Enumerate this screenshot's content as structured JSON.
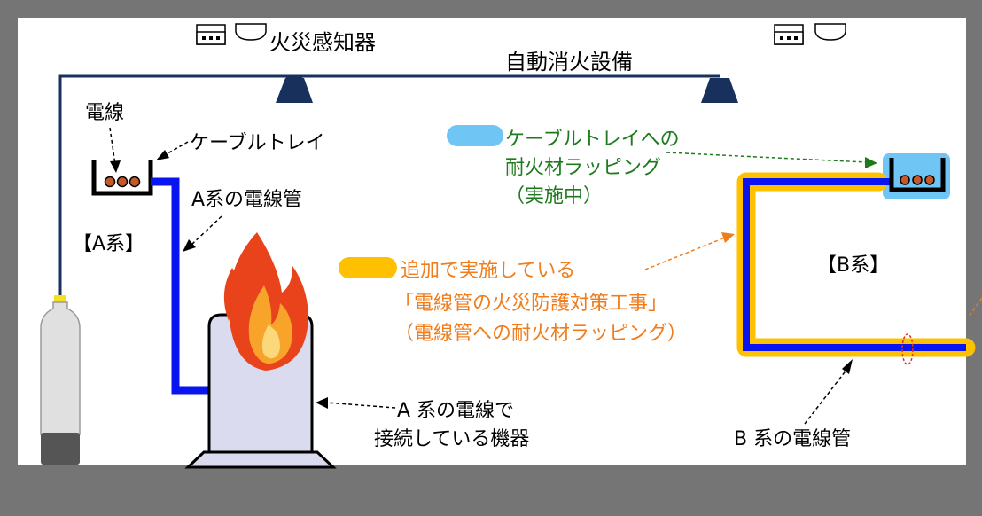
{
  "labels": {
    "fire_detector": "火災感知器",
    "auto_extinguisher": "自動消火設備",
    "wire": "電線",
    "cable_tray": "ケーブルトレイ",
    "conduit_a": "A系の電線管",
    "system_a": "【A系】",
    "system_b": "【B系】",
    "device_a_line1": "A 系の電線で",
    "device_a_line2": "接続している機器",
    "conduit_b": "B 系の電線管"
  },
  "legend": {
    "tray_wrap_line1": "ケーブルトレイへの",
    "tray_wrap_line2": "耐火材ラッピング",
    "tray_wrap_line3": "（実施中）",
    "conduit_wrap_line1": "追加で実施している",
    "conduit_wrap_line2": "「電線管の火災防護対策工事」",
    "conduit_wrap_line3": "（電線管への耐火材ラッピング）"
  },
  "colors": {
    "frame": "#757575",
    "conduit": "#0a14f0",
    "fireproof_wrap": "#ffc000",
    "tray_wrap": "#6fc6f5",
    "sprinkler": "#17305c",
    "green_text": "#1e7a1e",
    "orange_text": "#f07d1c",
    "device": "#dadbef"
  }
}
